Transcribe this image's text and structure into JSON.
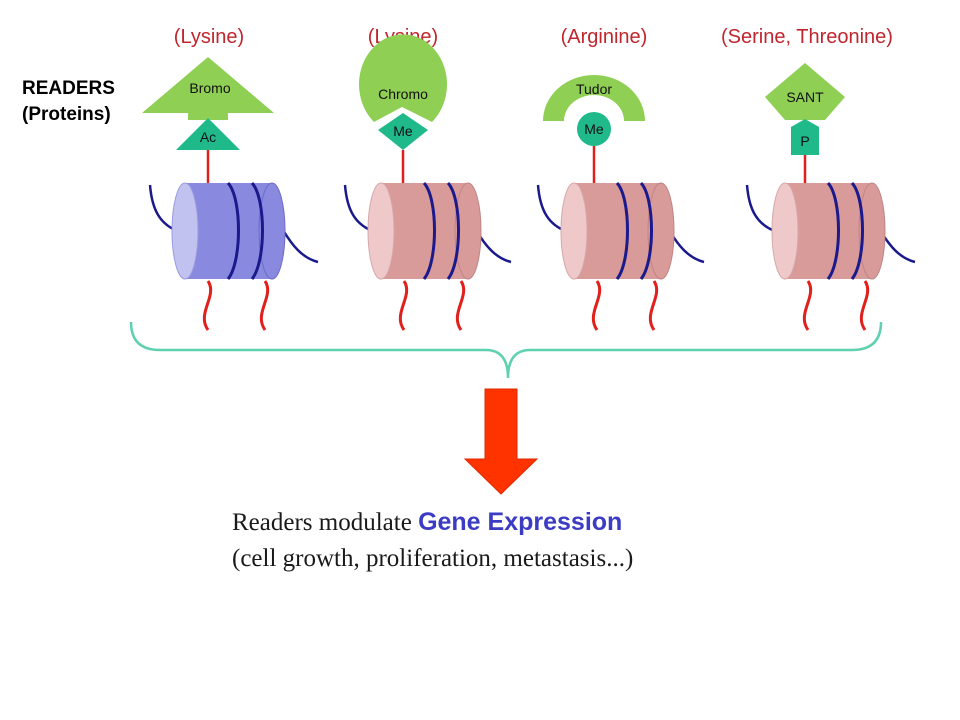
{
  "header": {
    "readers_title": "READERS",
    "readers_subtitle": "(Proteins)"
  },
  "readers": [
    {
      "amino_acid": "(Lysine)",
      "domain": "Bromo",
      "mark": "Ac",
      "nucleosome_color": "#8a89e0"
    },
    {
      "amino_acid": "(Lysine)",
      "domain": "Chromo",
      "mark": "Me",
      "nucleosome_color": "#d99a9a"
    },
    {
      "amino_acid": "(Arginine)",
      "domain": "Tudor",
      "mark": "Me",
      "nucleosome_color": "#d99a9a"
    },
    {
      "amino_acid": "(Serine, Threonine)",
      "domain": "SANT",
      "mark": "P",
      "nucleosome_color": "#d99a9a"
    }
  ],
  "caption": {
    "prefix": "Readers modulate ",
    "highlight": "Gene Expression",
    "line2": "(cell growth, proliferation, metastasis...)"
  },
  "colors": {
    "reader_green": "#8fcf54",
    "mark_teal": "#20b98a",
    "brace": "#5fd0b0",
    "arrow": "#ff3300",
    "dna": "#1a1a8c",
    "tail": "#e0201c",
    "highlight": "#3b3bc4"
  }
}
